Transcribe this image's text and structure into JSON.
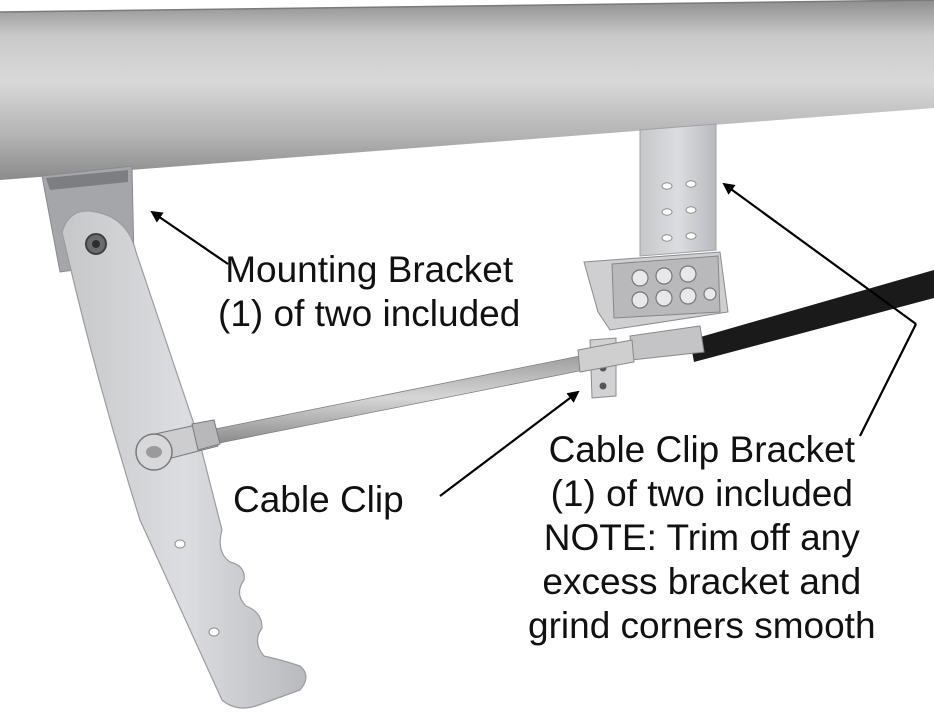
{
  "labels": {
    "mounting_bracket": {
      "line1": "Mounting Bracket",
      "line2": "(1) of two included"
    },
    "cable_clip": {
      "line1": "Cable Clip"
    },
    "cable_clip_bracket": {
      "line1": "Cable Clip Bracket",
      "line2": "(1) of two included",
      "line3": "NOTE: Trim off any",
      "line4": "excess bracket and",
      "line5": "grind corners smooth"
    }
  },
  "colors": {
    "tube": "#bdbdbd",
    "bracket": "#d4d4d6",
    "cable": "#1a1a1a",
    "arrow": "#000000",
    "background": "#ffffff"
  }
}
